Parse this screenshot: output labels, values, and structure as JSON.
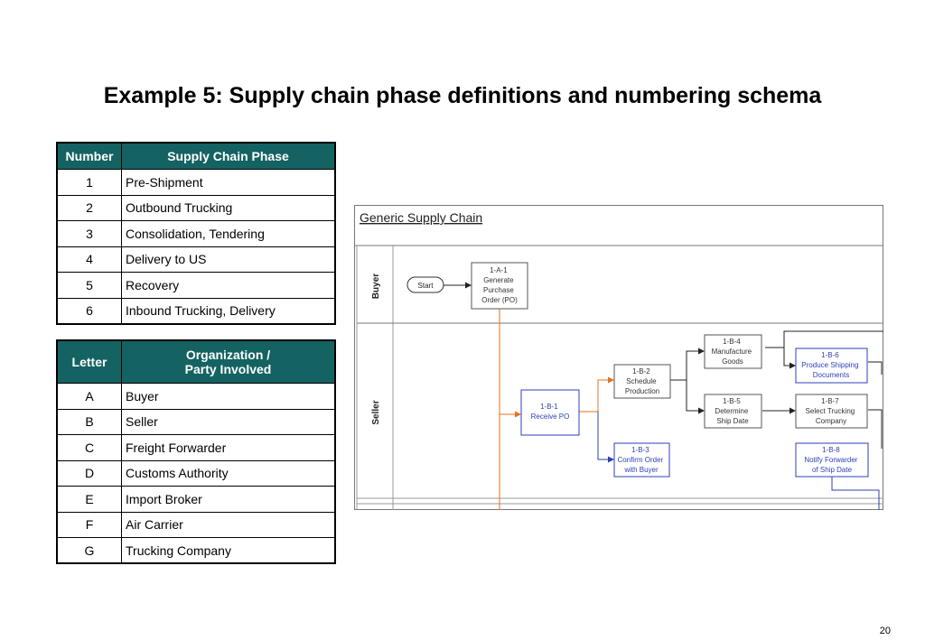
{
  "title": "Example 5:  Supply chain phase definitions and numbering schema",
  "phase_table": {
    "headers": [
      "Number",
      "Supply Chain Phase"
    ],
    "rows": [
      [
        "1",
        "Pre-Shipment"
      ],
      [
        "2",
        "Outbound Trucking"
      ],
      [
        "3",
        "Consolidation, Tendering"
      ],
      [
        "4",
        "Delivery to US"
      ],
      [
        "5",
        "Recovery"
      ],
      [
        "6",
        "Inbound Trucking, Delivery"
      ]
    ]
  },
  "org_table": {
    "headers": [
      "Letter",
      "Organization /",
      "Party Involved"
    ],
    "rows": [
      [
        "A",
        "Buyer"
      ],
      [
        "B",
        "Seller"
      ],
      [
        "C",
        "Freight Forwarder"
      ],
      [
        "D",
        "Customs Authority"
      ],
      [
        "E",
        "Import Broker"
      ],
      [
        "F",
        "Air Carrier"
      ],
      [
        "G",
        "Trucking Company"
      ]
    ]
  },
  "flow": {
    "title": "Generic Supply Chain",
    "lanes": [
      "Buyer",
      "Seller"
    ],
    "start": "Start",
    "colors": {
      "blue": "#2e3fb8",
      "orange": "#e8711c",
      "gray": "#555555"
    },
    "boxes": {
      "b1a1": [
        "1-A-1",
        "Generate",
        "Purchase",
        "Order (PO)"
      ],
      "b1b1": [
        "1-B-1",
        "Receive PO"
      ],
      "b1b2": [
        "1-B-2",
        "Schedule",
        "Production"
      ],
      "b1b3": [
        "1-B-3",
        "Confirm Order",
        "with Buyer"
      ],
      "b1b4": [
        "1-B-4",
        "Manufacture",
        "Goods"
      ],
      "b1b5": [
        "1-B-5",
        "Determine",
        "Ship Date"
      ],
      "b1b6": [
        "1-B-6",
        "Produce Shipping",
        "Documents"
      ],
      "b1b7": [
        "1-B-7",
        "Select Trucking",
        "Company"
      ],
      "b1b8": [
        "1-B-8",
        "Notify Forwarder",
        "of Ship Date"
      ]
    }
  },
  "page_number": "20"
}
